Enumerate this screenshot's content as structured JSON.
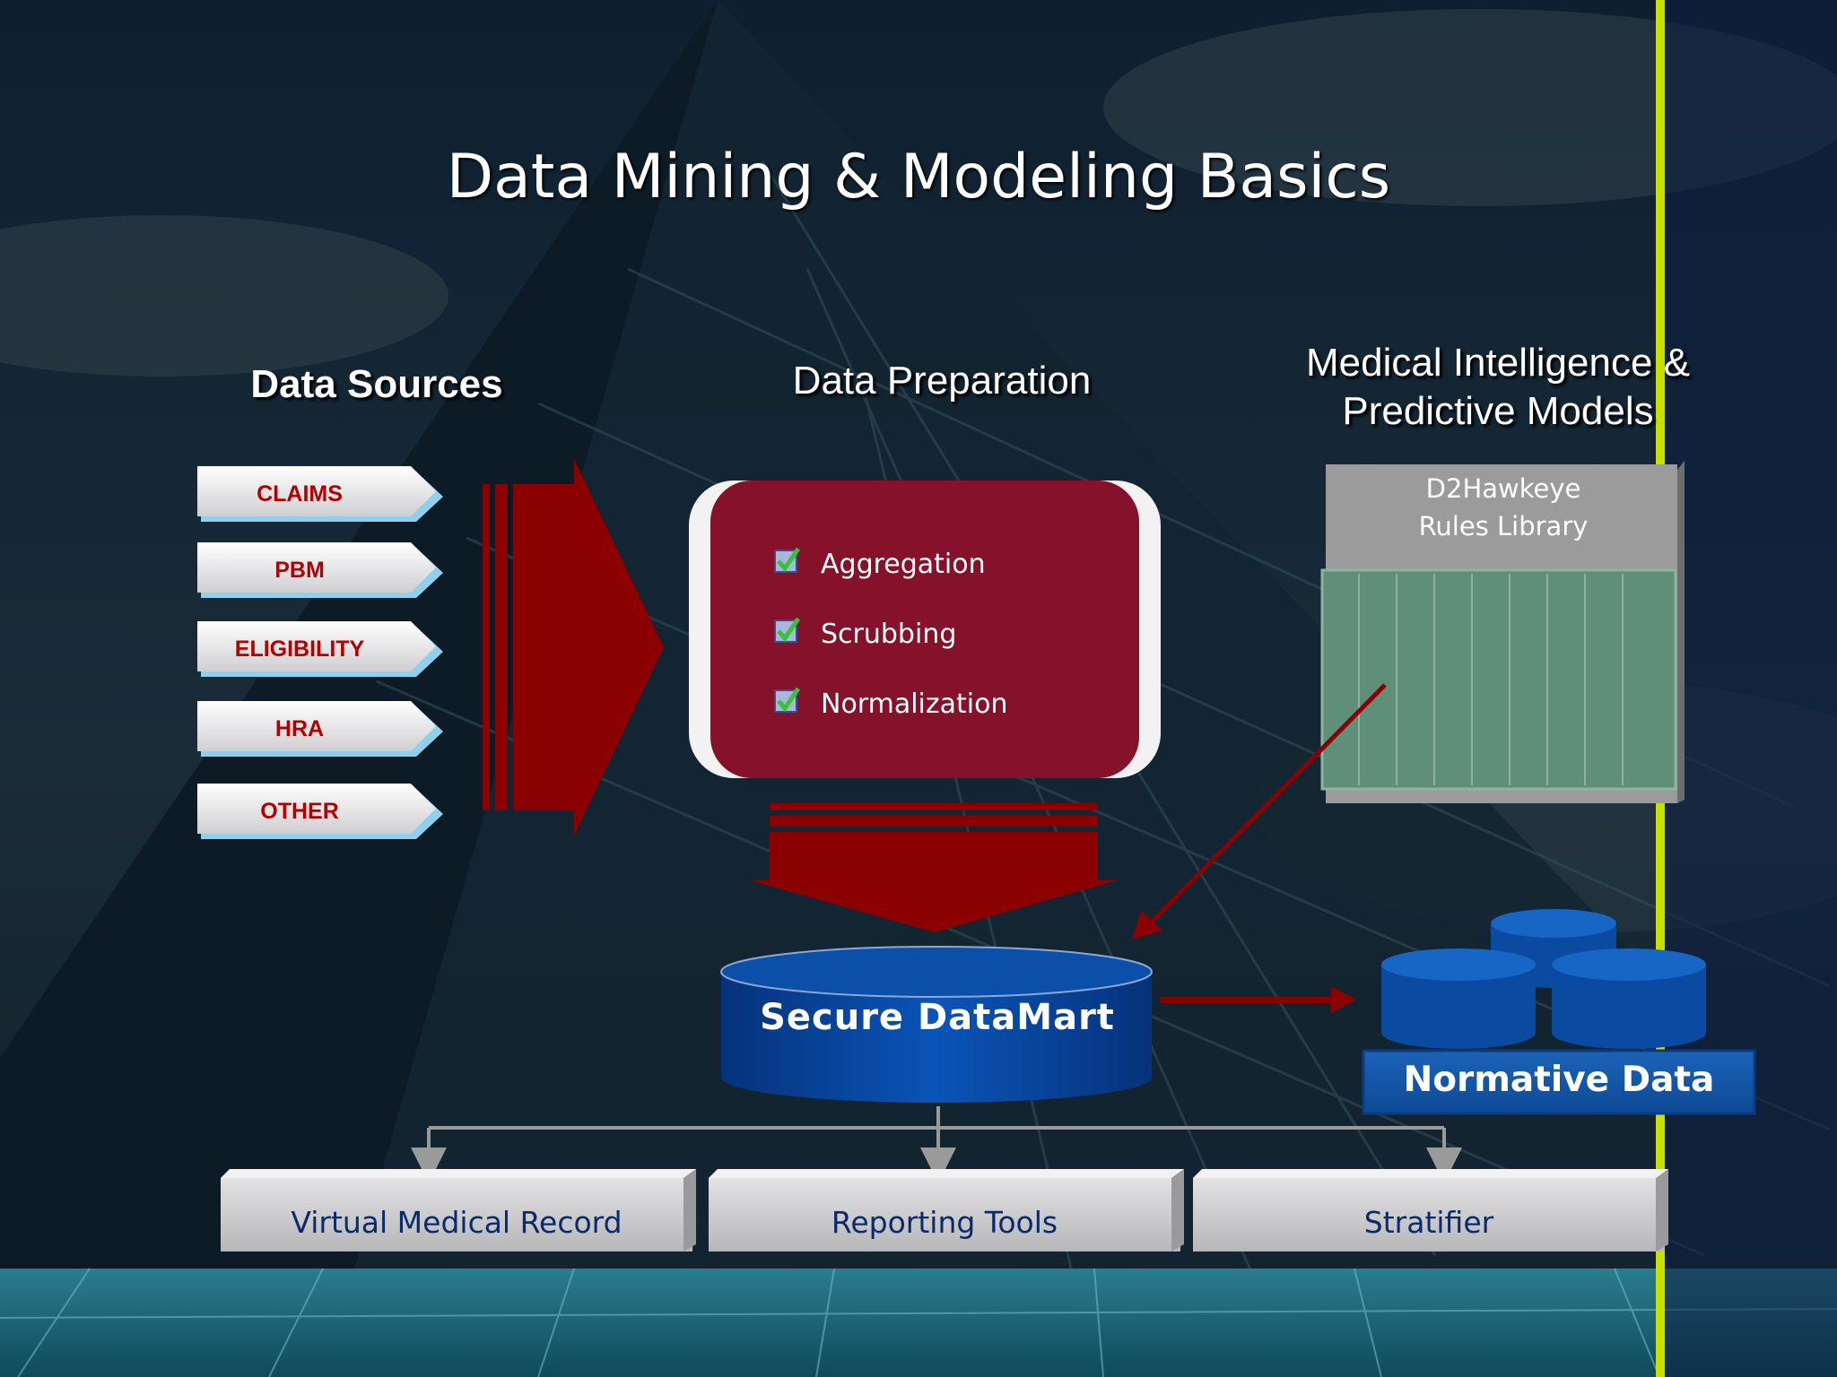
{
  "title": "Data Mining & Modeling Basics",
  "columns": {
    "sources": "Data Sources",
    "preparation": "Data Preparation",
    "models_line1": "Medical Intelligence &",
    "models_line2": "Predictive Models"
  },
  "sources": [
    "CLAIMS",
    "PBM",
    "ELIGIBILITY",
    "HRA",
    "OTHER"
  ],
  "preparation_steps": [
    "Aggregation",
    "Scrubbing",
    "Normalization"
  ],
  "rules_library": {
    "line1": "D2Hawkeye",
    "line2": "Rules Library"
  },
  "datamart": "Secure DataMart",
  "normative": "Normative Data",
  "outputs": [
    "Virtual Medical Record",
    "Reporting Tools",
    "Stratifier"
  ],
  "colors": {
    "background": "#0b1a26",
    "accent_red": "#8b0000",
    "prep_box": "#86112a",
    "datamart_blue": "#0b4fa8",
    "rules_green": "#5f8f78",
    "divider_lime": "#c8e000"
  },
  "icons": [
    "checkbox-checked-icon"
  ]
}
